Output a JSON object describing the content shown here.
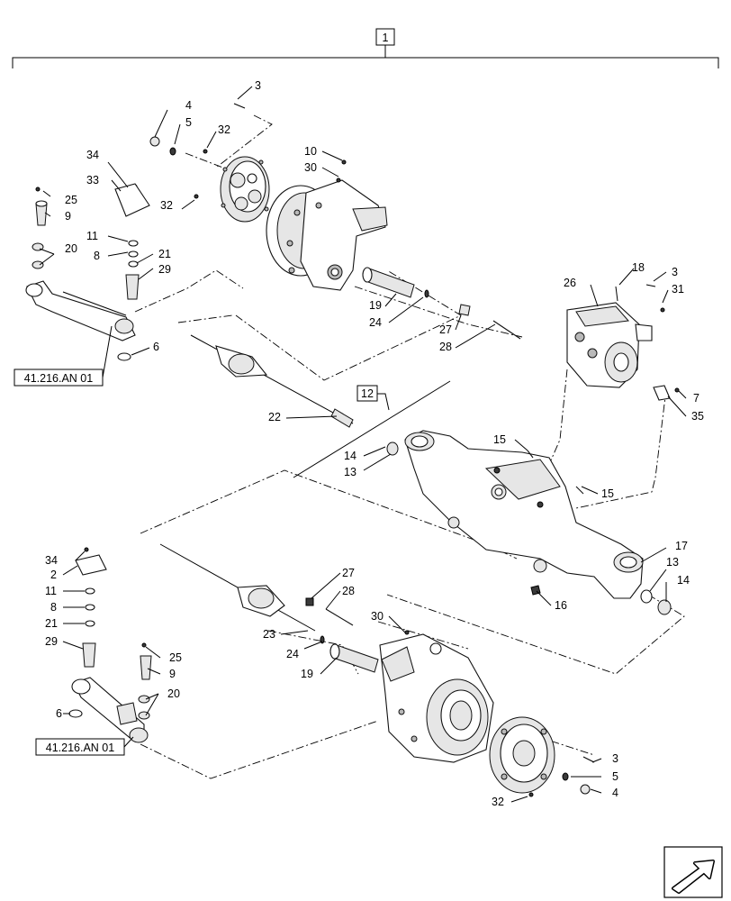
{
  "assembly_number": "1",
  "subassembly_number": "12",
  "references": [
    "41.216.AN 01",
    "41.216.AN 01"
  ],
  "callouts": [
    {
      "id": "c-3a",
      "text": "3"
    },
    {
      "id": "c-4a",
      "text": "4"
    },
    {
      "id": "c-5a",
      "text": "5"
    },
    {
      "id": "c-32a",
      "text": "32"
    },
    {
      "id": "c-32b",
      "text": "32"
    },
    {
      "id": "c-10",
      "text": "10"
    },
    {
      "id": "c-30a",
      "text": "30"
    },
    {
      "id": "c-34a",
      "text": "34"
    },
    {
      "id": "c-33",
      "text": "33"
    },
    {
      "id": "c-25a",
      "text": "25"
    },
    {
      "id": "c-9a",
      "text": "9"
    },
    {
      "id": "c-11a",
      "text": "11"
    },
    {
      "id": "c-8a",
      "text": "8"
    },
    {
      "id": "c-20a",
      "text": "20"
    },
    {
      "id": "c-21a",
      "text": "21"
    },
    {
      "id": "c-29a",
      "text": "29"
    },
    {
      "id": "c-6a",
      "text": "6"
    },
    {
      "id": "c-19a",
      "text": "19"
    },
    {
      "id": "c-24a",
      "text": "24"
    },
    {
      "id": "c-27a",
      "text": "27"
    },
    {
      "id": "c-28a",
      "text": "28"
    },
    {
      "id": "c-18",
      "text": "18"
    },
    {
      "id": "c-3b",
      "text": "3"
    },
    {
      "id": "c-26",
      "text": "26"
    },
    {
      "id": "c-31",
      "text": "31"
    },
    {
      "id": "c-7",
      "text": "7"
    },
    {
      "id": "c-35",
      "text": "35"
    },
    {
      "id": "c-22",
      "text": "22"
    },
    {
      "id": "c-14a",
      "text": "14"
    },
    {
      "id": "c-13a",
      "text": "13"
    },
    {
      "id": "c-15a",
      "text": "15"
    },
    {
      "id": "c-15b",
      "text": "15"
    },
    {
      "id": "c-17",
      "text": "17"
    },
    {
      "id": "c-13b",
      "text": "13"
    },
    {
      "id": "c-14b",
      "text": "14"
    },
    {
      "id": "c-16",
      "text": "16"
    },
    {
      "id": "c-34b",
      "text": "34"
    },
    {
      "id": "c-2",
      "text": "2"
    },
    {
      "id": "c-11b",
      "text": "11"
    },
    {
      "id": "c-8b",
      "text": "8"
    },
    {
      "id": "c-21b",
      "text": "21"
    },
    {
      "id": "c-29b",
      "text": "29"
    },
    {
      "id": "c-27b",
      "text": "27"
    },
    {
      "id": "c-28b",
      "text": "28"
    },
    {
      "id": "c-30b",
      "text": "30"
    },
    {
      "id": "c-23",
      "text": "23"
    },
    {
      "id": "c-24b",
      "text": "24"
    },
    {
      "id": "c-19b",
      "text": "19"
    },
    {
      "id": "c-25b",
      "text": "25"
    },
    {
      "id": "c-9b",
      "text": "9"
    },
    {
      "id": "c-20b",
      "text": "20"
    },
    {
      "id": "c-6b",
      "text": "6"
    },
    {
      "id": "c-3c",
      "text": "3"
    },
    {
      "id": "c-5b",
      "text": "5"
    },
    {
      "id": "c-4b",
      "text": "4"
    },
    {
      "id": "c-32c",
      "text": "32"
    }
  ],
  "icons": {
    "navigation": "next-page-arrow-icon"
  }
}
